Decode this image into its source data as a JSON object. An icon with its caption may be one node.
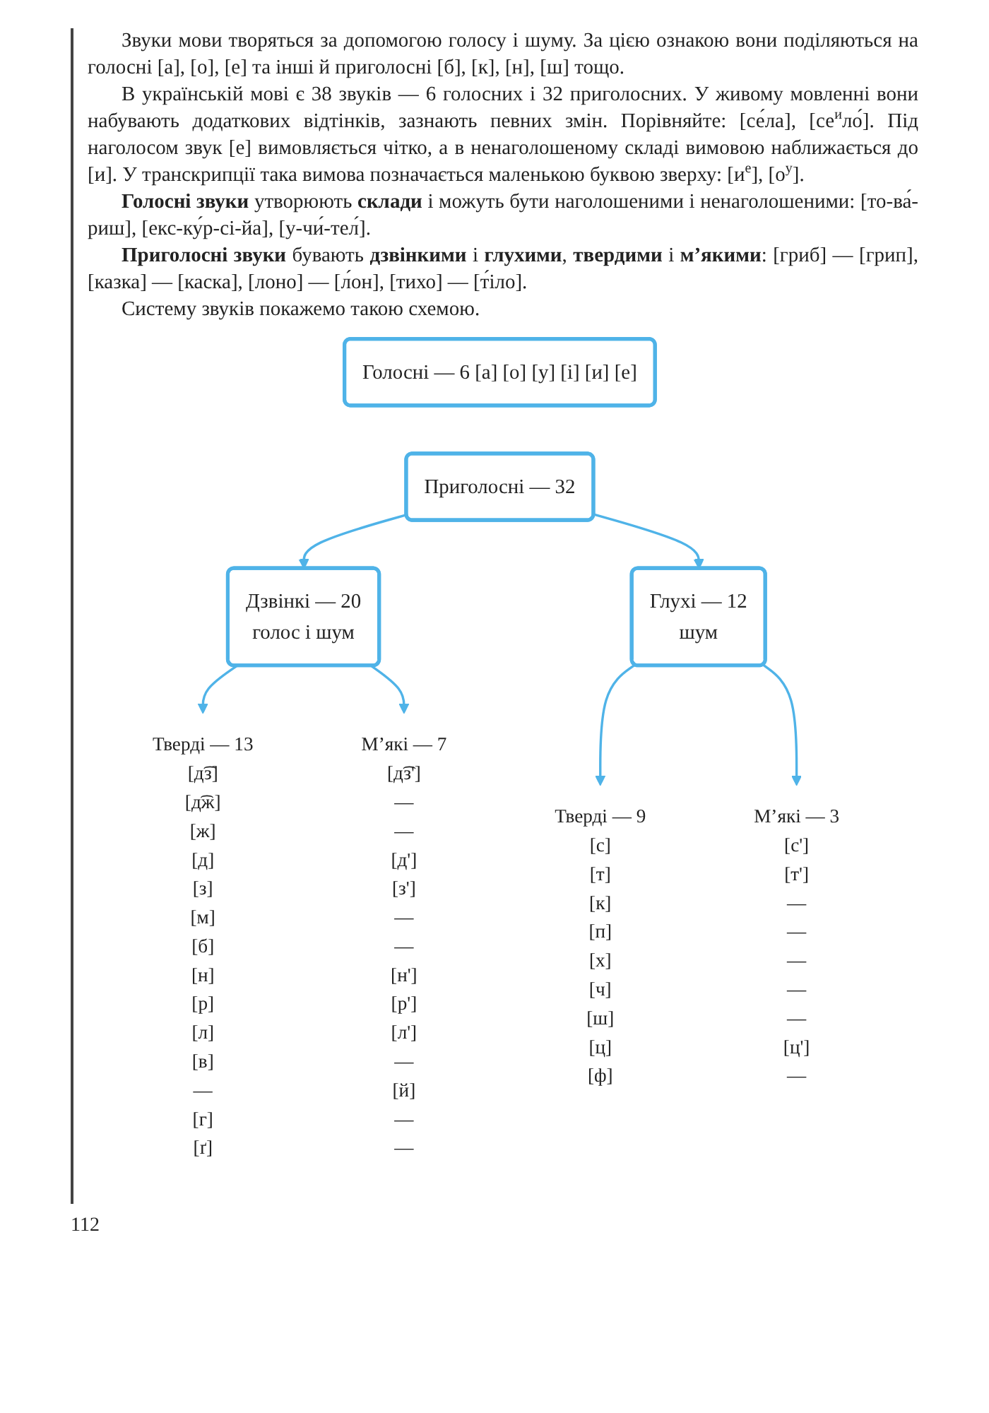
{
  "diagram": {
    "nodes": [
      {
        "text": [
          "Голосні — 6 [а] [о] [у] [і] [и] [е]"
        ]
      },
      {
        "text": [
          "Приголосні — 32"
        ]
      },
      {
        "text": [
          "Дзвінкі — 20",
          "голос і шум"
        ]
      },
      {
        "text": [
          "Глухі — 12",
          "шум"
        ]
      },
      {
        "text": [
          "Тверді — 13"
        ],
        "beside": [
          "[д͡з]",
          "[д͡ж]",
          "[ж]",
          "[д]",
          "[з]",
          "[м]",
          "[б]",
          "[н]",
          "[р]",
          "[л]",
          "[в]",
          "—",
          "[г]",
          "[ґ]"
        ]
      },
      {
        "text": [
          "М’які — 7"
        ],
        "beside": [
          "[д͡з']",
          "—",
          "—",
          "[д']",
          "[з']",
          "—",
          "—",
          "[н']",
          "[р']",
          "[л']",
          "—",
          "[й]",
          "—",
          "—"
        ]
      },
      {
        "text": [
          "Тверді — 9"
        ],
        "beside": [
          "[с]",
          "[т]",
          "[к]",
          "[п]",
          "[х]",
          "[ч]",
          "[ш]",
          "[ц]",
          "[ф]"
        ]
      },
      {
        "text": [
          "М’які — 3"
        ],
        "beside": [
          "[с']",
          "[т']",
          "—",
          "—",
          "—",
          "—",
          "—",
          "[ц']",
          "—"
        ]
      }
    ],
    "edges": [
      {
        "from": 1,
        "to": 2,
        "arrow": "to"
      },
      {
        "from": 1,
        "to": 3,
        "arrow": "to"
      },
      {
        "from": 2,
        "to": 4,
        "arrow": "to"
      },
      {
        "from": 2,
        "to": 5,
        "arrow": "to"
      },
      {
        "from": 3,
        "to": 6,
        "arrow": "to"
      },
      {
        "from": 3,
        "to": 7,
        "arrow": "to"
      }
    ],
    "labels": [
      "Звуки мови творяться за допомогою голосу і шуму. За цією ознакою вони поділяються на голосні [а], [о], [е] та інші й приголосні [б], [к], [н], [ш] тощо.",
      "В українській мові є 38 звуків — 6 голосних і 32 приголосних. У живому мовленні вони набувають додаткових відтінків, зазнають певних змін. Порівняйте: [се́ла], [се$^{и}$ло́]. Під наголосом звук [е] вимовляється чітко, а в ненаголошеному складі вимовою наближається до [и]. У транскрипції така вимова позначається маленькою буквою зверху: [и$^{е}$], [о$^{у}$].",
      "**Голосні звуки** утворюють **склади** і можуть бути наголошеними і ненаголошеними: [то-ва́-риш], [екс-ку́р-сі-йа], [у-чи́-тел́].",
      "**Приголосні звуки** бувають **дзвінкими** і **глухими**, **твердими** і **м’якими**: [гриб] — [грип], [казка] — [каска], [лоно] — [л́он], [тихо] — [т́іло].",
      "Систему звуків покажемо такою схемою.",
      "112"
    ]
  }
}
